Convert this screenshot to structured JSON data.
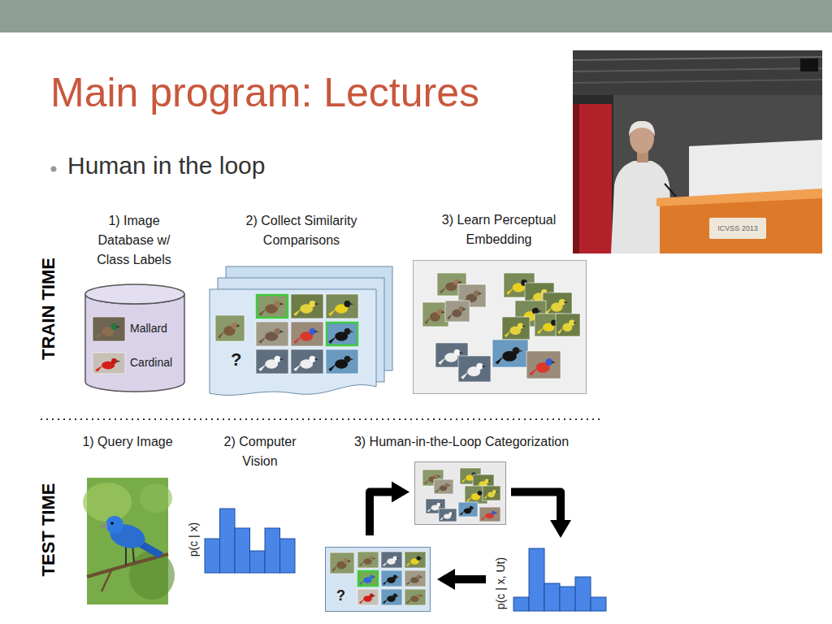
{
  "diagram": {
    "title": "Main program: Lectures",
    "nodes": [
      {
        "text": [
          "1) Image Database w/ Class Labels",
          "Mallard",
          "Cardinal"
        ]
      },
      {
        "text": [
          "2) Collect Similarity Comparisons",
          "?"
        ]
      },
      {
        "text": [
          "3) Learn Perceptual Embedding"
        ]
      },
      {
        "text": [
          "1) Query Image"
        ]
      },
      {
        "text": [
          "2) Computer Vision",
          "p(c | x)"
        ]
      },
      {
        "text": [
          "3) Human-in-the-Loop Categorization"
        ]
      },
      {
        "text": [
          "p(c | x, Ut)"
        ]
      },
      {
        "text": [
          "?"
        ]
      }
    ],
    "edges": [
      {
        "from": 7,
        "to": 5,
        "arrow": "to"
      },
      {
        "from": 5,
        "to": 6,
        "arrow": "to"
      },
      {
        "from": 6,
        "to": 7,
        "arrow": "to"
      }
    ],
    "labels": [
      "Human in the loop",
      "ICVSS 2013",
      "TRAIN TIME",
      "TEST TIME"
    ]
  }
}
